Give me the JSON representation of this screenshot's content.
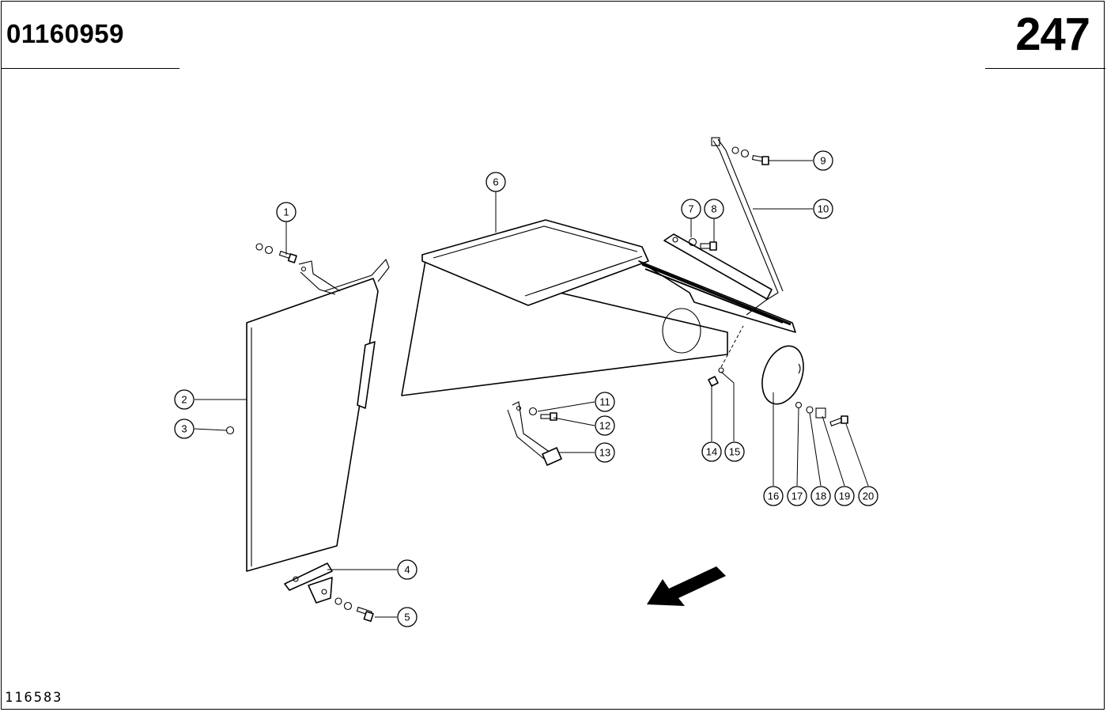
{
  "header": {
    "document_number": "01160959",
    "page_number": "247"
  },
  "footer": {
    "drawing_id": "116583"
  },
  "callouts": [
    "1",
    "2",
    "3",
    "4",
    "5",
    "6",
    "7",
    "8",
    "9",
    "10",
    "11",
    "12",
    "13",
    "14",
    "15",
    "16",
    "17",
    "18",
    "19",
    "20"
  ],
  "icons": {
    "direction_arrow": "arrow-down-left-icon"
  }
}
